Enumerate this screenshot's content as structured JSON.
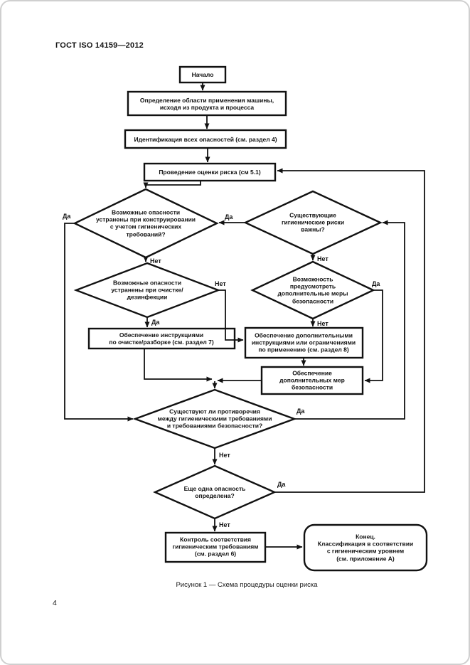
{
  "page": {
    "header": "ГОСТ ISO 14159—2012",
    "page_number": "4",
    "caption": "Рисунок  1 — Схема процедуры оценки риска"
  },
  "labels": {
    "yes": "Да",
    "no": "Нет"
  },
  "nodes": {
    "start": "Начало",
    "define_scope": "Определение области применения машины,\nисходя из продукта и процесса",
    "identify_hazards": "Идентификация всех опасностей (см. раздел 4)",
    "risk_assessment": "Проведение оценки риска (см 5.1)",
    "eliminated_by_design": "Возможные опасности\nустранены при конструировании\nс учетом гигиенических\nтребований?",
    "risks_significant": "Существующие\nгигиенические риски\nважны?",
    "eliminated_by_cleaning": "Возможные опасности\nустранены при очистке/\nдезинфекции",
    "additional_measures_possible": "Возможность\nпредусмотреть\nдополнительные меры\nбезопасности",
    "cleaning_instructions": "Обеспечение инструкциями\nпо очистке/разборке (см. раздел 7)",
    "additional_instructions": "Обеспечение дополнительными\nинструкциями или ограничениями\nпо применению (см. раздел 8)",
    "additional_safety_measures": "Обеспечение\nдополнительных мер\nбезопасности",
    "contradictions": "Существуют ли противоречия\nмежду гигиеническими требованиями\nи требованиями безопасности?",
    "another_hazard": "Еще одна опасность\nопределена?",
    "compliance_control": "Контроль соответствия\nгигиеническим требованиям\n(см. раздел 6)",
    "end": "Конец.\nКлассификация в соответствии\nс гигиеническим уровнем\n(см. приложение А)"
  }
}
